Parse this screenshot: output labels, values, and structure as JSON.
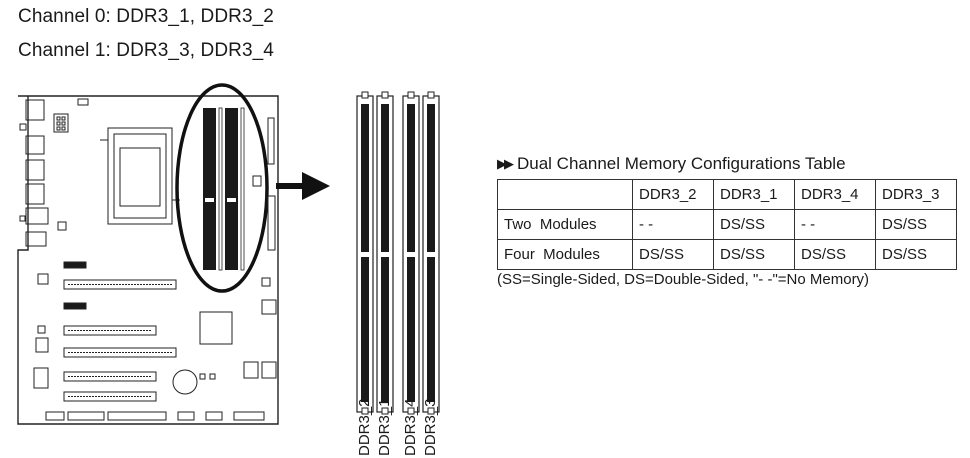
{
  "channels": {
    "channel0": "Channel 0: DDR3_1, DDR3_2",
    "channel1": "Channel 1: DDR3_3, DDR3_4"
  },
  "table": {
    "title": "Dual Channel Memory Configurations Table",
    "headers": [
      "",
      "DDR3_2",
      "DDR3_1",
      "DDR3_4",
      "DDR3_3"
    ],
    "rows": [
      {
        "label": "Two  Modules",
        "cells": [
          "- -",
          "DS/SS",
          "- -",
          "DS/SS"
        ]
      },
      {
        "label": "Four  Modules",
        "cells": [
          "DS/SS",
          "DS/SS",
          "DS/SS",
          "DS/SS"
        ]
      }
    ],
    "legend": "(SS=Single-Sided, DS=Double-Sided, \"- -\"=No Memory)"
  },
  "slots": [
    "DDR3_2",
    "DDR3_1",
    "DDR3_4",
    "DDR3_3"
  ],
  "icons": {
    "title_marker": "double-triangle-right-icon",
    "pointer": "arrow-right-icon"
  },
  "colors": {
    "ink": "#1a1a1a",
    "slot_fill": "#1a1a1a"
  }
}
